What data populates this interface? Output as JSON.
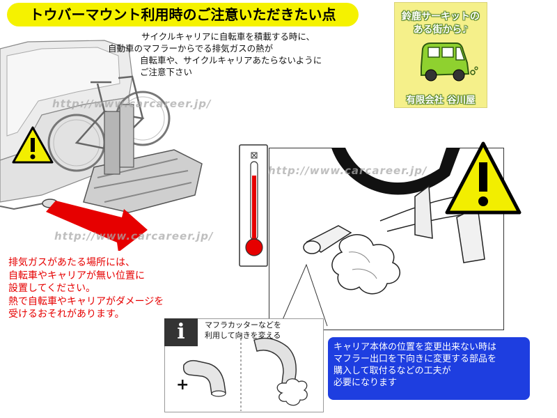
{
  "title": "トウバーマウント利用時のご注意いただきたい点",
  "intro_lines": [
    "サイクルキャリアに自転車を積載する時に、",
    "自動車のマフラーからでる排気ガスの熱が",
    "自転車や、サイクルキャリアあたらないように",
    "ご注意下さい"
  ],
  "logo": {
    "line1": "鈴鹿サーキットの",
    "line2": "ある街から♪",
    "company": "有限会社 谷川屋"
  },
  "watermark": "http://www.carcareer.jp/",
  "warning_lines": [
    "排気ガスがあたる場所には、",
    "自転車やキャリアが無い位置に",
    "設置してください。",
    "熱で自転車やキャリアがダメージを",
    "受けるおそれがあります。"
  ],
  "info": {
    "badge": "i",
    "lines": [
      "マフラカッターなどを",
      "利用して向きを変える"
    ],
    "plus": "+"
  },
  "notice_lines": [
    "キャリア本体の位置を変更出来ない時は",
    "マフラー出口を下向きに変更する部品を",
    "購入して取付るなどの工夫が",
    "必要になります"
  ],
  "colors": {
    "banner": "#f5f200",
    "warning_text": "#e60000",
    "notice_bg": "#1e3ee0",
    "warning_sign": "#f2ee00",
    "exhaust_arrow": "#e60000",
    "logo_bg": "#f5f08a"
  }
}
